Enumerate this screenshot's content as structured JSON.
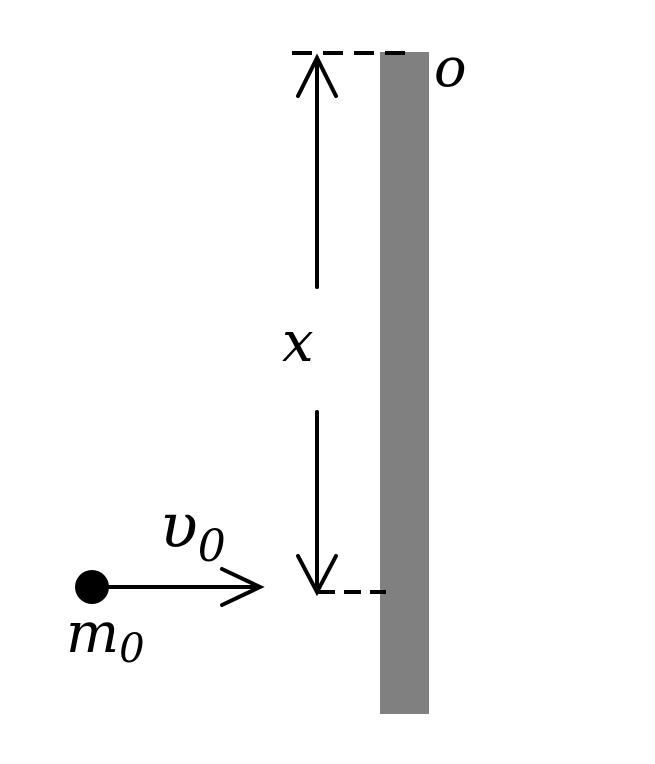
{
  "labels": {
    "origin": "o",
    "distance": "x",
    "velocity_main": "υ",
    "velocity_sub": "0",
    "mass_main": "m",
    "mass_sub": "0"
  },
  "colors": {
    "rod": "#808080",
    "ink": "#000000",
    "background": "#ffffff"
  }
}
